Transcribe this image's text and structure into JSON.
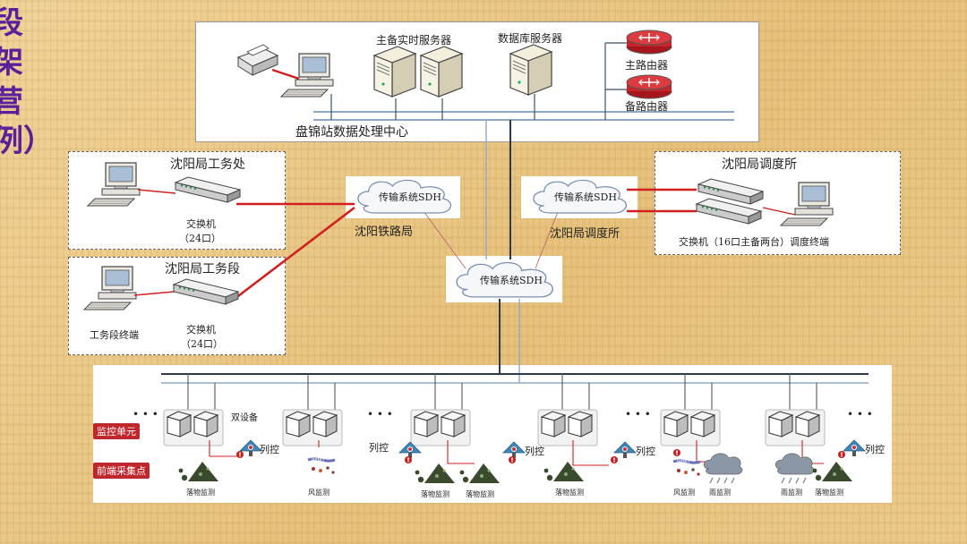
{
  "side_title": [
    "段",
    "架",
    "营",
    "例）"
  ],
  "center": {
    "title": "盘锦站数据处理中心",
    "main_server": "主备实时服务器",
    "db_server": "数据库服务器",
    "main_router": "主路由器",
    "backup_router": "备路由器"
  },
  "bureau_office": {
    "title": "沈阳局工务处",
    "switch": "交换机",
    "ports": "（24口）"
  },
  "bureau_section": {
    "title": "沈阳局工务段",
    "switch": "交换机",
    "ports": "（24口）",
    "terminal": "工务段终端"
  },
  "dispatch": {
    "title": "沈阳局调度所",
    "switch_label": "交换机（16口主备两台）调度终端"
  },
  "sdh": {
    "left": "传输系统SDH",
    "left_caption": "沈阳铁路局",
    "right": "传输系统SDH",
    "right_caption": "沈阳局调度所",
    "center": "传输系统SDH"
  },
  "field": {
    "monitor_tag": "监控单元",
    "collect_tag": "前端采集点",
    "dual_device": "双设备",
    "ellipsis": "• • •",
    "train_control": "列控",
    "rockfall": "落物监测",
    "wind": "风监测",
    "rain": "雨监测"
  }
}
